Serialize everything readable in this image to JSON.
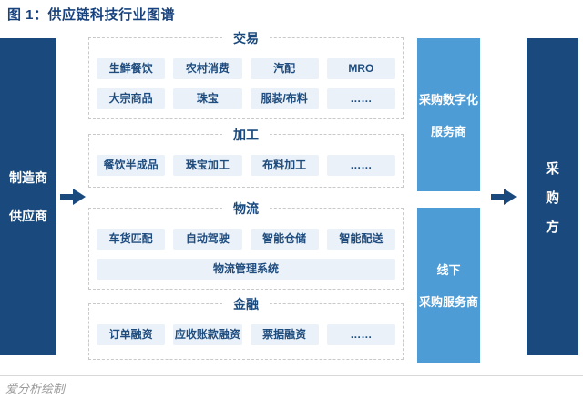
{
  "title": "图 1：供应链科技行业图谱",
  "supply_side": {
    "lines": [
      "制造商",
      "供应商"
    ]
  },
  "sections": [
    {
      "title": "交易",
      "rows": [
        [
          "生鲜餐饮",
          "农村消费",
          "汽配",
          "MRO"
        ],
        [
          "大宗商品",
          "珠宝",
          "服装/布料",
          "……"
        ]
      ]
    },
    {
      "title": "加工",
      "rows": [
        [
          "餐饮半成品",
          "珠宝加工",
          "布料加工",
          "……"
        ]
      ]
    },
    {
      "title": "物流",
      "rows": [
        [
          "车货匹配",
          "自动驾驶",
          "智能仓储",
          "智能配送"
        ],
        [
          "物流管理系统"
        ]
      ]
    },
    {
      "title": "金融",
      "rows": [
        [
          "订单融资",
          "应收账款融资",
          "票据融资",
          "……"
        ]
      ]
    }
  ],
  "service_providers": [
    {
      "lines": [
        "采购数字化",
        "服务商"
      ]
    },
    {
      "lines": [
        "线下",
        "采购服务商"
      ]
    }
  ],
  "demand_side": {
    "label": "采购方",
    "chars": [
      "采",
      "购",
      "方"
    ]
  },
  "footer": {
    "credit": "爱分析绘制"
  },
  "colors": {
    "navy": "#1A4A7D",
    "sky": "#4D9CD6",
    "pill-bg": "#EAF1F8",
    "pill-text": "#1F4C7E",
    "dash": "#C9C9C9",
    "title": "#17427E",
    "muted": "#9B9B9B",
    "rule": "#D9D9D9"
  }
}
